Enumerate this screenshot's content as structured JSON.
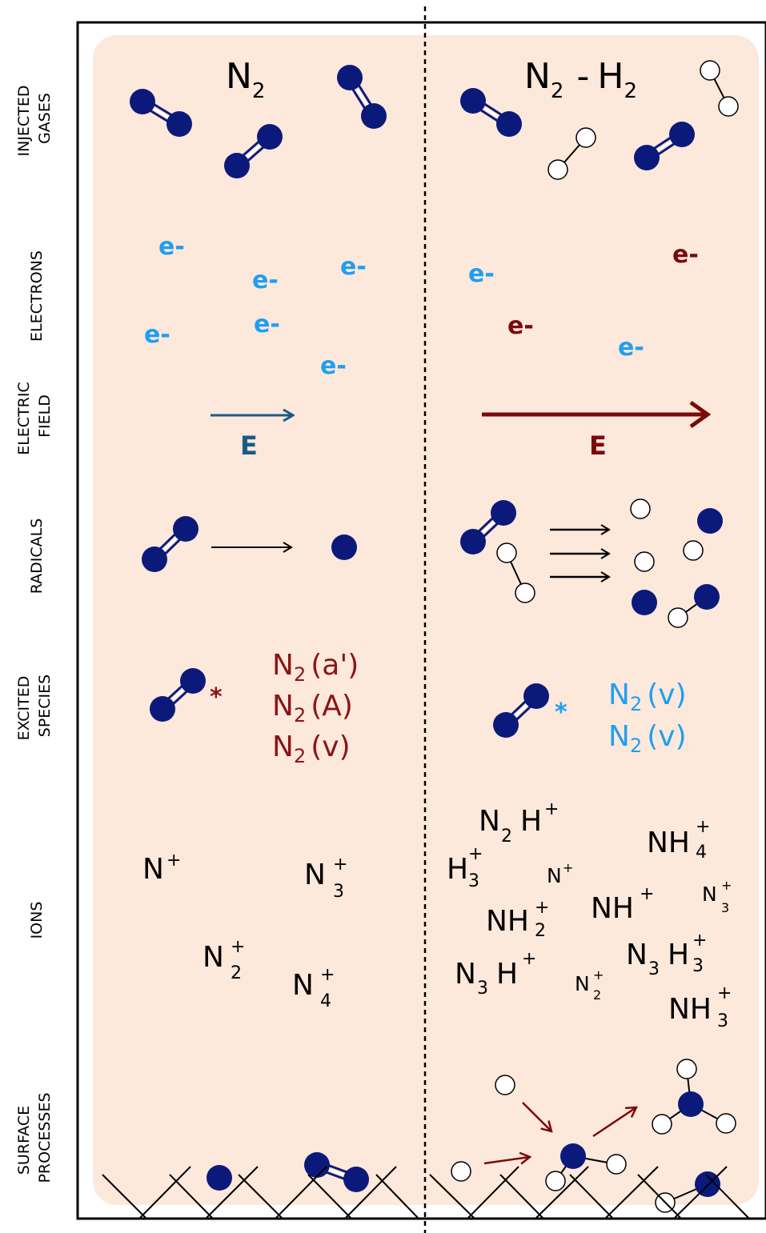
{
  "colors": {
    "plasma_bg": "#fde8dc",
    "nitrogen": "#0b1a7a",
    "hydrogen": "#ffffff",
    "electron_blue": "#1f9ff0",
    "electron_red": "#7a0a0a",
    "field_blue": "#1c5a86",
    "field_red": "#7a0a0a",
    "excited_red": "#8a1515",
    "excited_blue": "#1f9ff0"
  },
  "row_labels": {
    "injected_gases": [
      "INJECTED",
      "GASES"
    ],
    "electrons": [
      "ELECTRONS"
    ],
    "electric_field": [
      "ELECTRIC",
      "FIELD"
    ],
    "radicals": [
      "RADICALS"
    ],
    "excited_species": [
      "EXCITED",
      "SPECIES"
    ],
    "ions": [
      "IONS"
    ],
    "surface_processes": [
      "SURFACE",
      "PROCESSES"
    ]
  },
  "left": {
    "gas_title": {
      "base": "N",
      "sub": "2"
    },
    "electrons": [
      "e-",
      "e-",
      "e-",
      "e-",
      "e-",
      "e-"
    ],
    "field_label": "E",
    "excited_marker": "*",
    "excited_species": [
      {
        "base": "N",
        "sub": "2",
        "state": "(a')"
      },
      {
        "base": "N",
        "sub": "2",
        "state": "(A)"
      },
      {
        "base": "N",
        "sub": "2",
        "state": "(v)"
      }
    ],
    "ions": [
      {
        "base": "N",
        "sup": "+",
        "sub": ""
      },
      {
        "base": "N",
        "sup": "+",
        "sub": "3"
      },
      {
        "base": "N",
        "sup": "+",
        "sub": "2"
      },
      {
        "base": "N",
        "sup": "+",
        "sub": "4"
      }
    ]
  },
  "right": {
    "gas_title": {
      "n": "N",
      "n_sub": "2",
      "dash": "-",
      "h": "H",
      "h_sub": "2"
    },
    "electrons_blue": [
      "e-",
      "e-"
    ],
    "electrons_red": [
      "e-",
      "e-"
    ],
    "field_label": "E",
    "excited_marker": "*",
    "excited_species": [
      {
        "base": "N",
        "sub": "2",
        "state": "(v)"
      },
      {
        "base": "N",
        "sub": "2",
        "state": "(v)"
      }
    ],
    "ions": [
      {
        "pre": "N",
        "pre_sub": "2",
        "base": "H",
        "sup": "+",
        "sub": ""
      },
      {
        "pre": "",
        "pre_sub": "",
        "base": "NH",
        "sup": "+",
        "sub": "4"
      },
      {
        "pre": "",
        "pre_sub": "",
        "base": "H",
        "sup": "+",
        "sub": "3"
      },
      {
        "pre": "",
        "pre_sub": "",
        "base": "N",
        "sup": "+",
        "sub": ""
      },
      {
        "pre": "",
        "pre_sub": "",
        "base": "NH",
        "sup": "+",
        "sub": ""
      },
      {
        "pre": "",
        "pre_sub": "",
        "base": "N",
        "sup": "+",
        "sub": "3"
      },
      {
        "pre": "",
        "pre_sub": "",
        "base": "NH",
        "sup": "+",
        "sub": "2"
      },
      {
        "pre": "N",
        "pre_sub": "3",
        "base": "H",
        "sup": "+",
        "sub": "3"
      },
      {
        "pre": "N",
        "pre_sub": "3",
        "base": "H",
        "sup": "+",
        "sub": ""
      },
      {
        "pre": "",
        "pre_sub": "",
        "base": "N",
        "sup": "+",
        "sub": "2"
      },
      {
        "pre": "",
        "pre_sub": "",
        "base": "NH",
        "sup": "+",
        "sub": "3"
      }
    ]
  }
}
